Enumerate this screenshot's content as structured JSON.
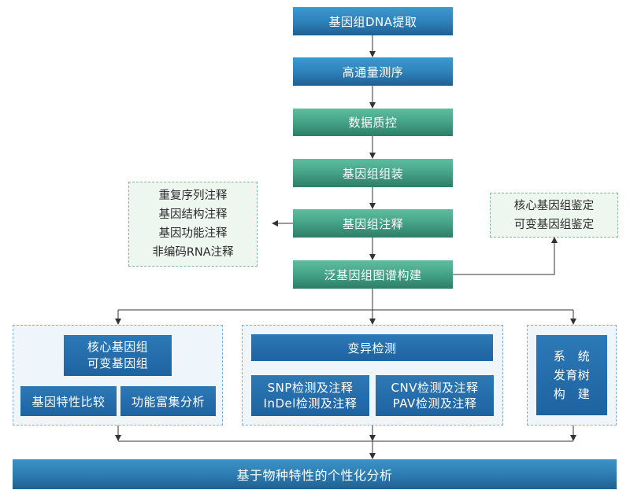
{
  "main": {
    "step1": "基因组DNA提取",
    "step2": "高通量测序",
    "step3": "数据质控",
    "step4": "基因组组装",
    "step5": "基因组注释",
    "step6": "泛基因组图谱构建"
  },
  "annotation_notes": [
    "重复序列注释",
    "基因结构注释",
    "基因功能注释",
    "非编码RNA注释"
  ],
  "core_notes": [
    "核心基因组鉴定",
    "可变基因组鉴定"
  ],
  "left_group": {
    "header": [
      "核心基因组",
      "可变基因组"
    ],
    "child1": "基因特性比较",
    "child2": "功能富集分析"
  },
  "middle_group": {
    "header": "变异检测",
    "child1": [
      "SNP检测及注释",
      "InDel检测及注释"
    ],
    "child2": [
      "CNV检测及注释",
      "PAV检测及注释"
    ]
  },
  "right_group": {
    "lines": [
      "系　统",
      "发育树",
      "构　建"
    ]
  },
  "bottom": "基于物种特性的个性化分析",
  "colors": {
    "blue": "#2f83bb",
    "green": "#44a286",
    "navy": "#1e63a0",
    "line": "#333333"
  }
}
